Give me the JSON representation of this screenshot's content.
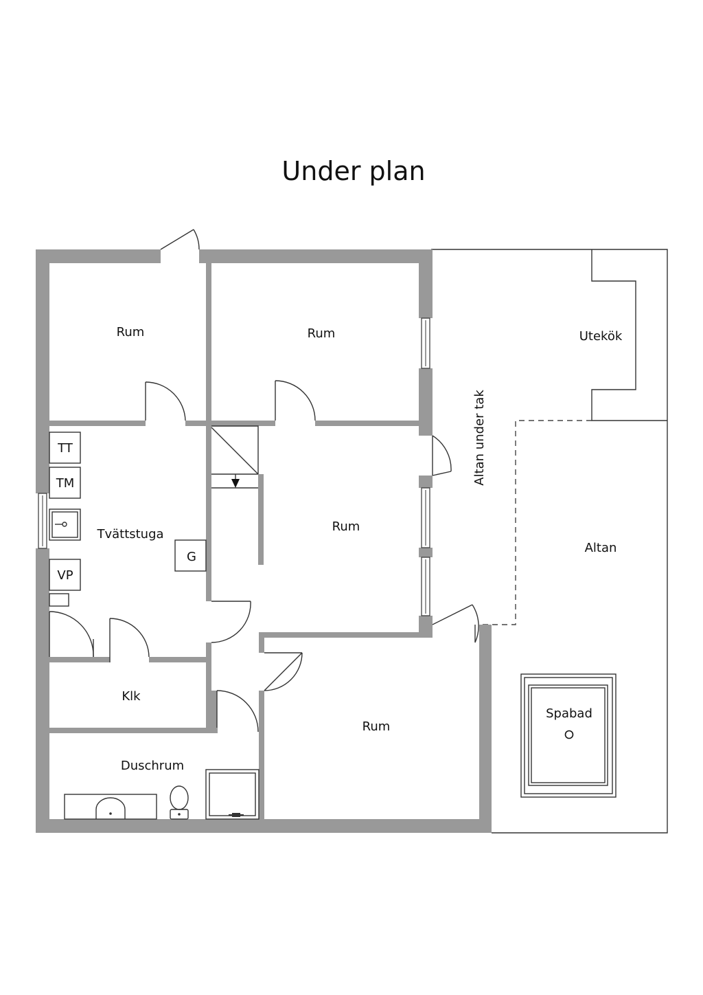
{
  "title": "Under plan",
  "rooms": {
    "rum_top_left": "Rum",
    "rum_top_middle": "Rum",
    "rum_center": "Rum",
    "rum_bottom": "Rum",
    "tvattstuga": "Tvättstuga",
    "klk": "Klk",
    "duschrum": "Duschrum",
    "utekok": "Utekök",
    "altan_under_tak": "Altan under tak",
    "altan": "Altan",
    "spabad": "Spabad"
  },
  "fixtures": {
    "tt": "TT",
    "tm": "TM",
    "vp": "VP",
    "g": "G"
  },
  "colors": {
    "wall": "#999999",
    "line": "#333333",
    "text": "#111111"
  }
}
